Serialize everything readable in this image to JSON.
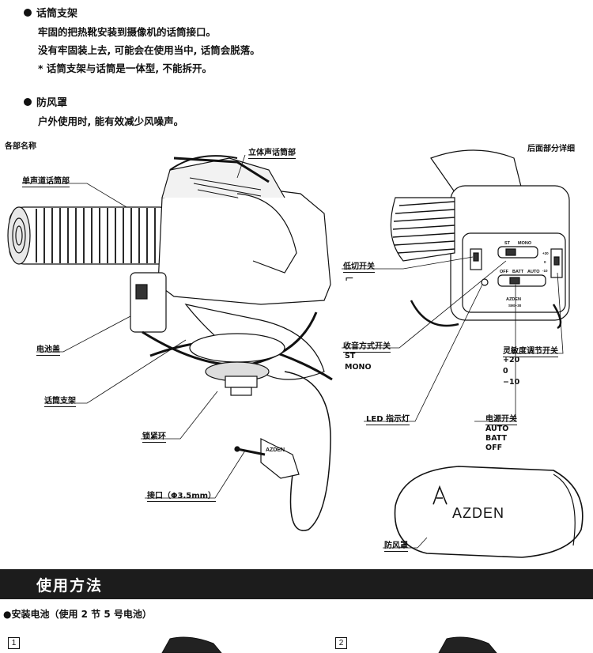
{
  "sections": [
    {
      "heading": "话筒支架",
      "lines": [
        "牢固的把热靴安装到摄像机的话筒接口。",
        "没有牢固装上去, 可能会在使用当中, 话筒会脱落。",
        "* 话筒支架与话筒是一体型, 不能拆开。"
      ]
    },
    {
      "heading": "防风罩",
      "lines": [
        "户外使用时, 能有效减少风噪声。"
      ]
    }
  ],
  "diagram": {
    "left_title": "各部名称",
    "right_title": "后面部分详细",
    "labels": {
      "stereo": "立体声话筒部",
      "mono": "单声道话筒部",
      "battery": "电池盖",
      "holder": "话筒支架",
      "lock": "锁紧环",
      "jack": "接口（Φ3.5mm）",
      "lowcut": "低切开关",
      "lowcut_symbol": "⌐",
      "mode": "收音方式开关",
      "led": "LED 指示灯",
      "sensitivity": "灵敏度调节开关",
      "power": "电源开关",
      "windscreen": "防风罩"
    },
    "mode_options": [
      "ST",
      "MONO"
    ],
    "sensitivity_options": [
      "+20",
      "0",
      "−10"
    ],
    "power_options": [
      "AUTO",
      "BATT",
      "OFF"
    ],
    "brand": "AZDEN",
    "panel_texts": [
      "ST",
      "MONO",
      "OFF",
      "BATT",
      "AUTO",
      "AZDEN",
      "SMX-30",
      "+20",
      "0",
      "-10"
    ]
  },
  "usage": {
    "title": "使用方法",
    "subheading": "●安装电池（使用 2 节 5 号电池）",
    "steps": [
      "1",
      "2"
    ]
  },
  "colors": {
    "bar_background": "#1c1c1c",
    "bar_text": "#ffffff",
    "ink": "#111111"
  }
}
